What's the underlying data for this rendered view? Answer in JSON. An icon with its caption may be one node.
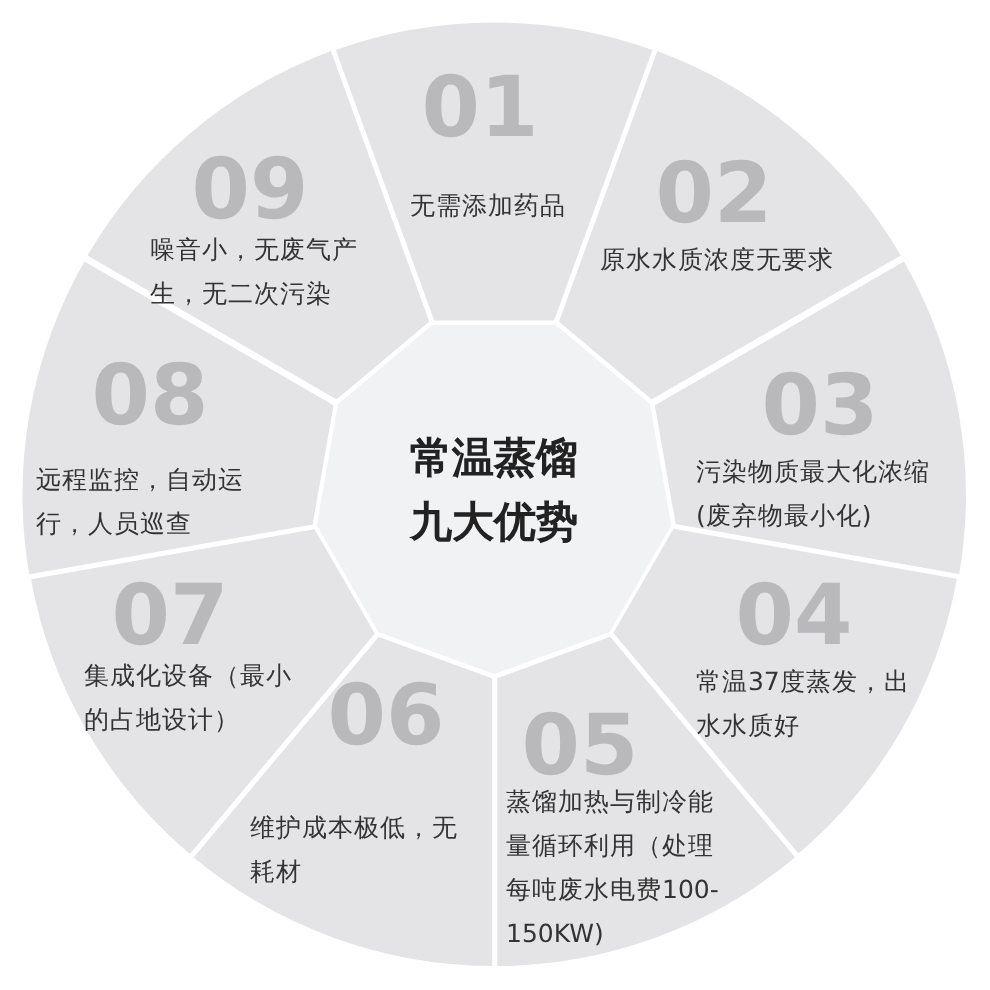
{
  "diagram": {
    "nodes": [
      {
        "text": [
          "常温蒸馏九大优势"
        ]
      },
      {
        "text": [
          "01",
          "无需添加药品"
        ]
      },
      {
        "text": [
          "02",
          "原水水质浓度无要求"
        ]
      },
      {
        "text": [
          "03",
          "污染物质最大化浓缩(废弃物最小化)"
        ]
      },
      {
        "text": [
          "04",
          "常温37度蒸发，出水水质好"
        ]
      },
      {
        "text": [
          "05",
          "蒸馏加热与制冷能量循环利用（处理每吨废水电费100-150KW)"
        ]
      },
      {
        "text": [
          "06",
          "维护成本极低，无耗材"
        ]
      },
      {
        "text": [
          "07",
          "集成化设备（最小的占地设计）"
        ]
      },
      {
        "text": [
          "08",
          "远程监控，自动运行，人员巡查"
        ]
      },
      {
        "text": [
          "09",
          "噪音小，无废气产生，无二次污染"
        ]
      }
    ]
  }
}
